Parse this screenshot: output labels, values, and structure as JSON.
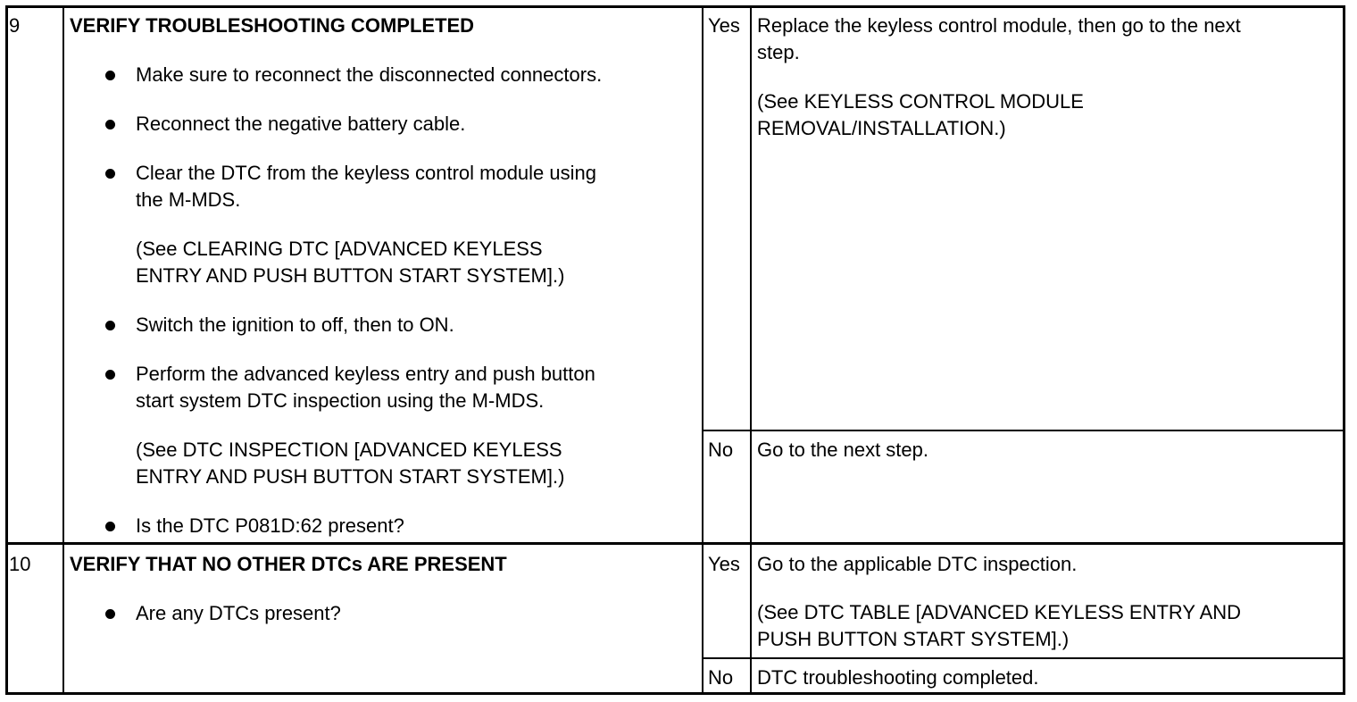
{
  "steps": [
    {
      "number": "9",
      "title": "VERIFY TROUBLESHOOTING COMPLETED",
      "bullets": [
        {
          "lines": [
            "Make sure to reconnect the disconnected connectors."
          ]
        },
        {
          "lines": [
            "Reconnect the negative battery cable."
          ]
        },
        {
          "lines": [
            "Clear the DTC from the keyless control module using",
            "the M-MDS."
          ],
          "note": [
            "(See CLEARING DTC [ADVANCED KEYLESS",
            "ENTRY AND PUSH BUTTON START SYSTEM].)"
          ]
        },
        {
          "lines": [
            "Switch the ignition to off, then to ON."
          ]
        },
        {
          "lines": [
            "Perform the advanced keyless entry and push button",
            "start system DTC inspection using the M-MDS."
          ],
          "note": [
            "(See DTC INSPECTION [ADVANCED KEYLESS",
            "ENTRY AND PUSH BUTTON START SYSTEM].)"
          ]
        },
        {
          "lines": [
            "Is the DTC P081D:62 present?"
          ]
        }
      ],
      "yes_label": "Yes",
      "yes_action": [
        "Replace the keyless control module, then go to the next",
        "step."
      ],
      "yes_note": [
        "(See KEYLESS CONTROL MODULE",
        "REMOVAL/INSTALLATION.)"
      ],
      "no_label": "No",
      "no_action": [
        "Go to the next step."
      ]
    },
    {
      "number": "10",
      "title": "VERIFY THAT NO OTHER DTCs ARE PRESENT",
      "bullets": [
        {
          "lines": [
            "Are any DTCs present?"
          ]
        }
      ],
      "yes_label": "Yes",
      "yes_action": [
        "Go to the applicable DTC inspection."
      ],
      "yes_note": [
        "(See DTC TABLE [ADVANCED KEYLESS ENTRY AND",
        "PUSH BUTTON START SYSTEM].)"
      ],
      "no_label": "No",
      "no_action": [
        "DTC troubleshooting completed."
      ]
    }
  ]
}
